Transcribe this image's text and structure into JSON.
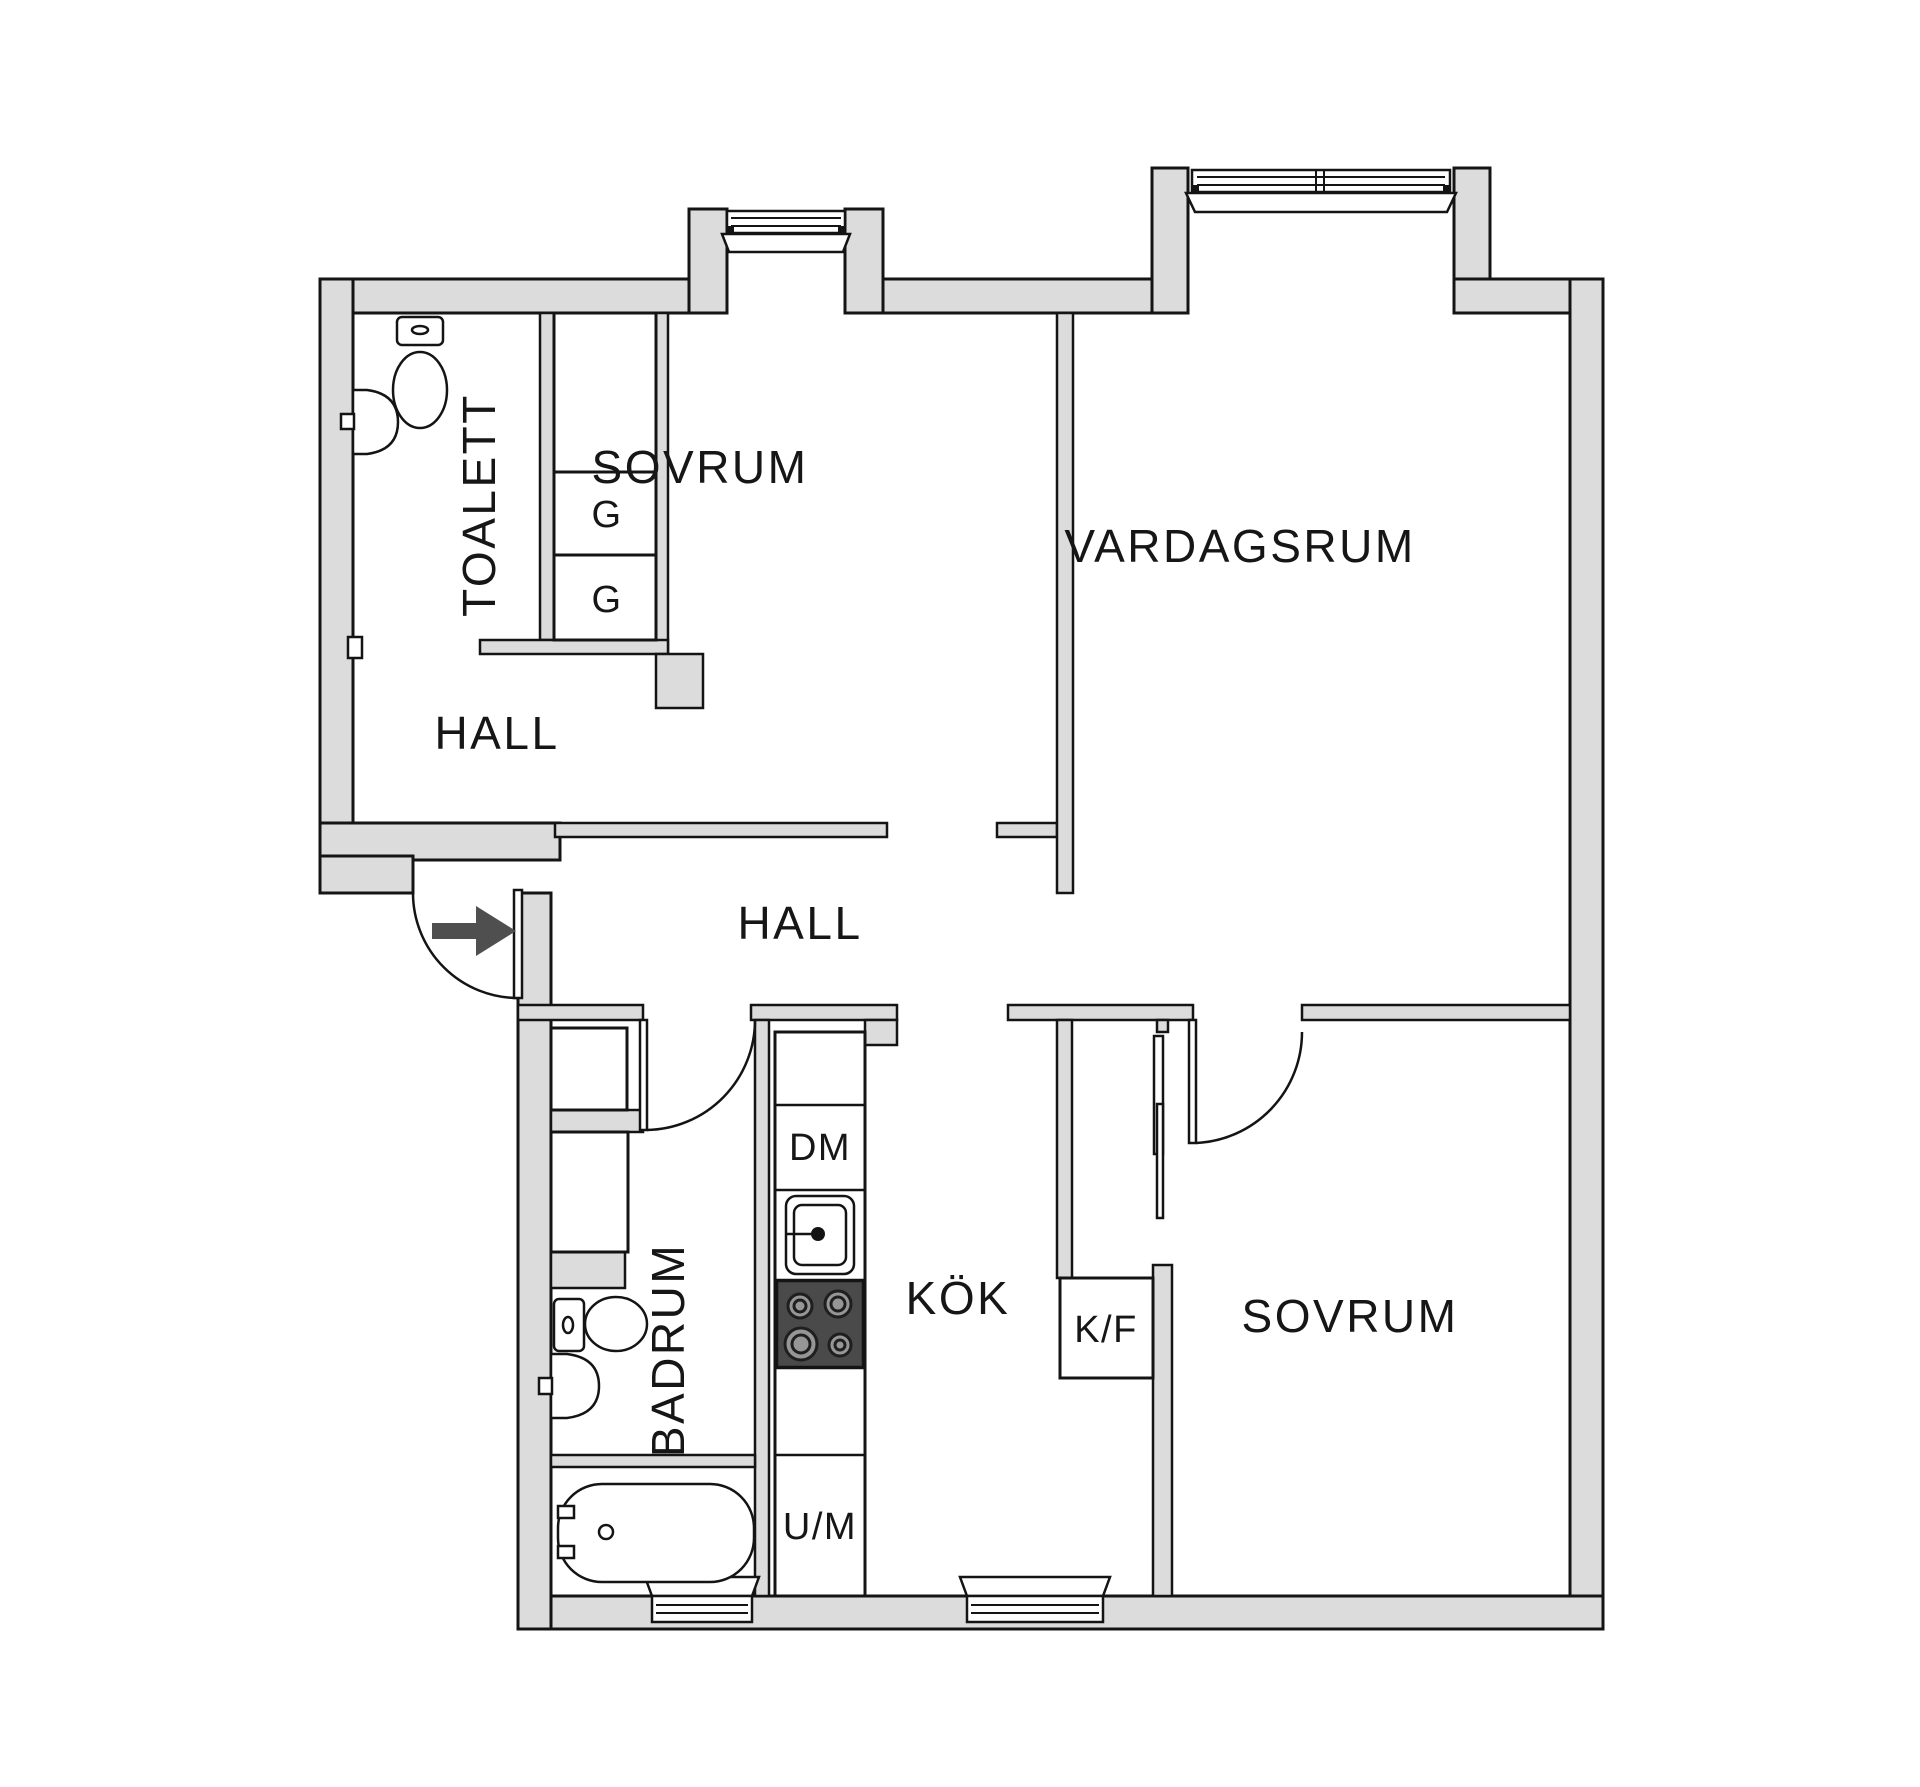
{
  "title": "Apartment floor plan",
  "labels": {
    "toalett": "TOALETT",
    "sovrum_upper": "SOVRUM",
    "vardagsrum": "VARDAGSRUM",
    "hall_upper": "HALL",
    "hall_corridor": "HALL",
    "badrum": "BADRUM",
    "kok": "KÖK",
    "sovrum_lower": "SOVRUM",
    "closet_g1": "G",
    "closet_g2": "G",
    "dishwasher": "DM",
    "washer": "U/M",
    "fridge_freezer": "K/F"
  },
  "colors": {
    "wall_fill": "#dcdcdc",
    "outline": "#141414",
    "entry_arrow": "#4f4f4f",
    "stove": "#4a4a4a",
    "burner": "#969696",
    "background": "#ffffff"
  }
}
